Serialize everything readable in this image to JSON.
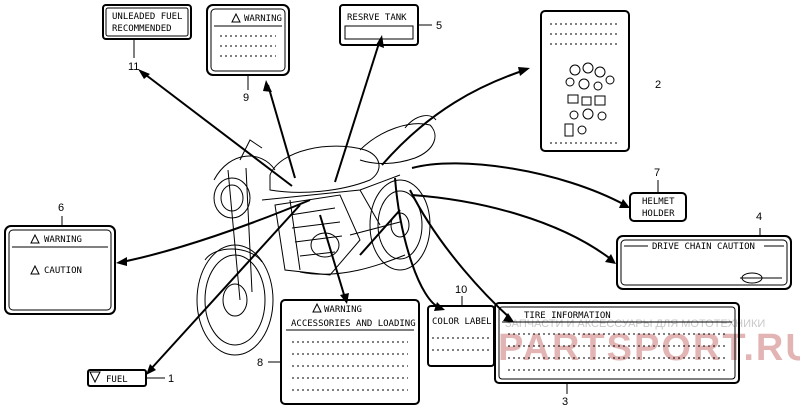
{
  "labels": {
    "unleaded_line1": "UNLEADED FUEL",
    "unleaded_line2": "RECOMMENDED",
    "warning_top": "WARNING",
    "reserve_tank": "RESRVE TANK",
    "warning_left": "WARNING",
    "caution_left": "CAUTION",
    "helmet_line1": "HELMET",
    "helmet_line2": "HOLDER",
    "drive_chain": "DRIVE CHAIN CAUTION",
    "color_label": "COLOR LABEL",
    "warning_acc": "WARNING",
    "accessories": "ACCESSORIES AND LOADING",
    "tire_info": "TIRE  INFORMATION",
    "fuel": "FUEL"
  },
  "callouts": {
    "n1": "1",
    "n2": "2",
    "n3": "3",
    "n4": "4",
    "n5": "5",
    "n6": "6",
    "n7": "7",
    "n8": "8",
    "n9": "9",
    "n10": "10",
    "n11": "11"
  },
  "watermark": {
    "line1": "ЗАПЧАСТИ И АКСЕССУАРЫ ДЛЯ МОТОТЕХНИКИ",
    "line2": "PARTSPORT.RU",
    "color": "#e2b4b4"
  }
}
